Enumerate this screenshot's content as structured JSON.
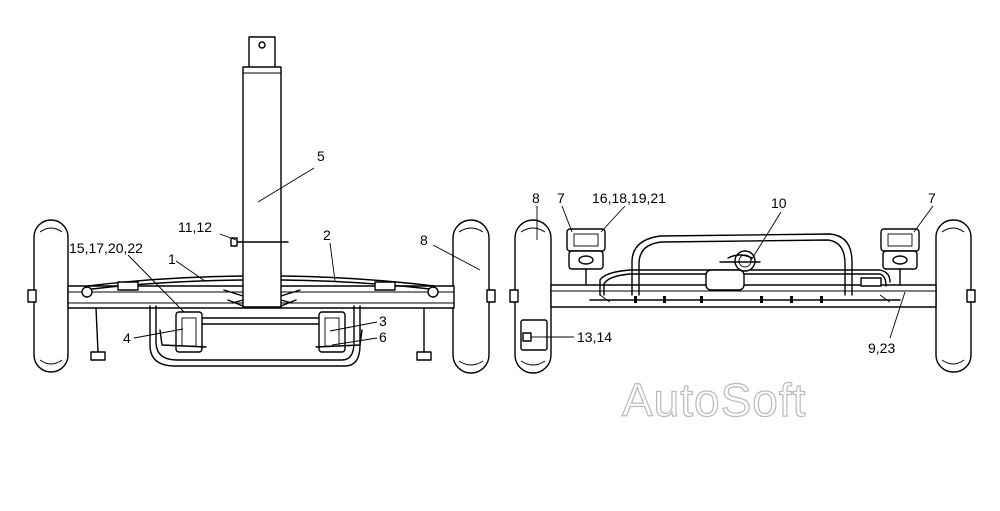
{
  "callouts": {
    "c1": "1",
    "c2": "2",
    "c3": "3",
    "c4": "4",
    "c5": "5",
    "c6": "6",
    "c7a": "7",
    "c7b": "7",
    "c8a": "8",
    "c8b": "8",
    "c9_23": "9,23",
    "c10": "10",
    "c11_12": "11,12",
    "c13_14": "13,14",
    "c15_17_20_22": "15,17,20,22",
    "c16_18_19_21": "16,18,19,21"
  },
  "watermark": "AutoSoft"
}
